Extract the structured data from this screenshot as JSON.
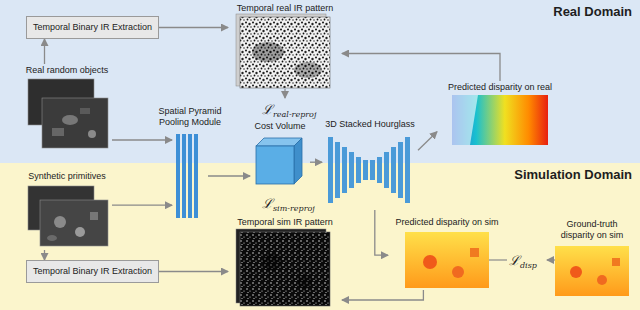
{
  "diagram": {
    "nodes": [
      {
        "text": [
          "Real Domain"
        ]
      },
      {
        "text": [
          "Temporal Binary IR Extraction"
        ],
        "in": 0
      },
      {
        "text": [
          "Temporal real IR pattern"
        ],
        "in": 0
      },
      {
        "text": [
          "Real random objects"
        ],
        "in": 0
      },
      {
        "text": [
          "Predicted disparity on real"
        ],
        "in": 0
      },
      {
        "text": [
          "Spatial Pyramid Pooling Module"
        ]
      },
      {
        "text": [
          "Cost Volume"
        ]
      },
      {
        "text": [
          "3D Stacked Hourglass"
        ]
      },
      {
        "text": [
          "Simulation Domain"
        ]
      },
      {
        "text": [
          "Synthetic primitives"
        ],
        "in": 8
      },
      {
        "text": [
          "Temporal Binary IR Extraction"
        ],
        "in": 8
      },
      {
        "text": [
          "Temporal sim IR pattern"
        ],
        "in": 8
      },
      {
        "text": [
          "Predicted disparity on sim"
        ],
        "in": 8
      },
      {
        "text": [
          "Ground-truth disparity on sim"
        ],
        "in": 8
      }
    ],
    "edges": [
      {
        "from": 3,
        "to": 1,
        "arrow": "to"
      },
      {
        "from": 1,
        "to": 2,
        "arrow": "to"
      },
      {
        "from": 3,
        "to": 5,
        "arrow": "to"
      },
      {
        "from": 5,
        "to": 6,
        "arrow": "to"
      },
      {
        "from": 6,
        "to": 7,
        "arrow": "to"
      },
      {
        "from": 7,
        "to": 4,
        "arrow": "to"
      },
      {
        "from": 7,
        "to": 12,
        "arrow": "to"
      },
      {
        "from": 4,
        "to": 2,
        "arrow": "to"
      },
      {
        "from": 9,
        "to": 5,
        "arrow": "to"
      },
      {
        "from": 9,
        "to": 10,
        "arrow": "to"
      },
      {
        "from": 10,
        "to": 11,
        "arrow": "to"
      },
      {
        "from": 12,
        "to": 11,
        "arrow": "to"
      }
    ],
    "labels": [
      "ℒ",
      "real-reproj",
      "ℒ",
      "sim-reproj",
      "ℒ",
      "disp"
    ]
  }
}
